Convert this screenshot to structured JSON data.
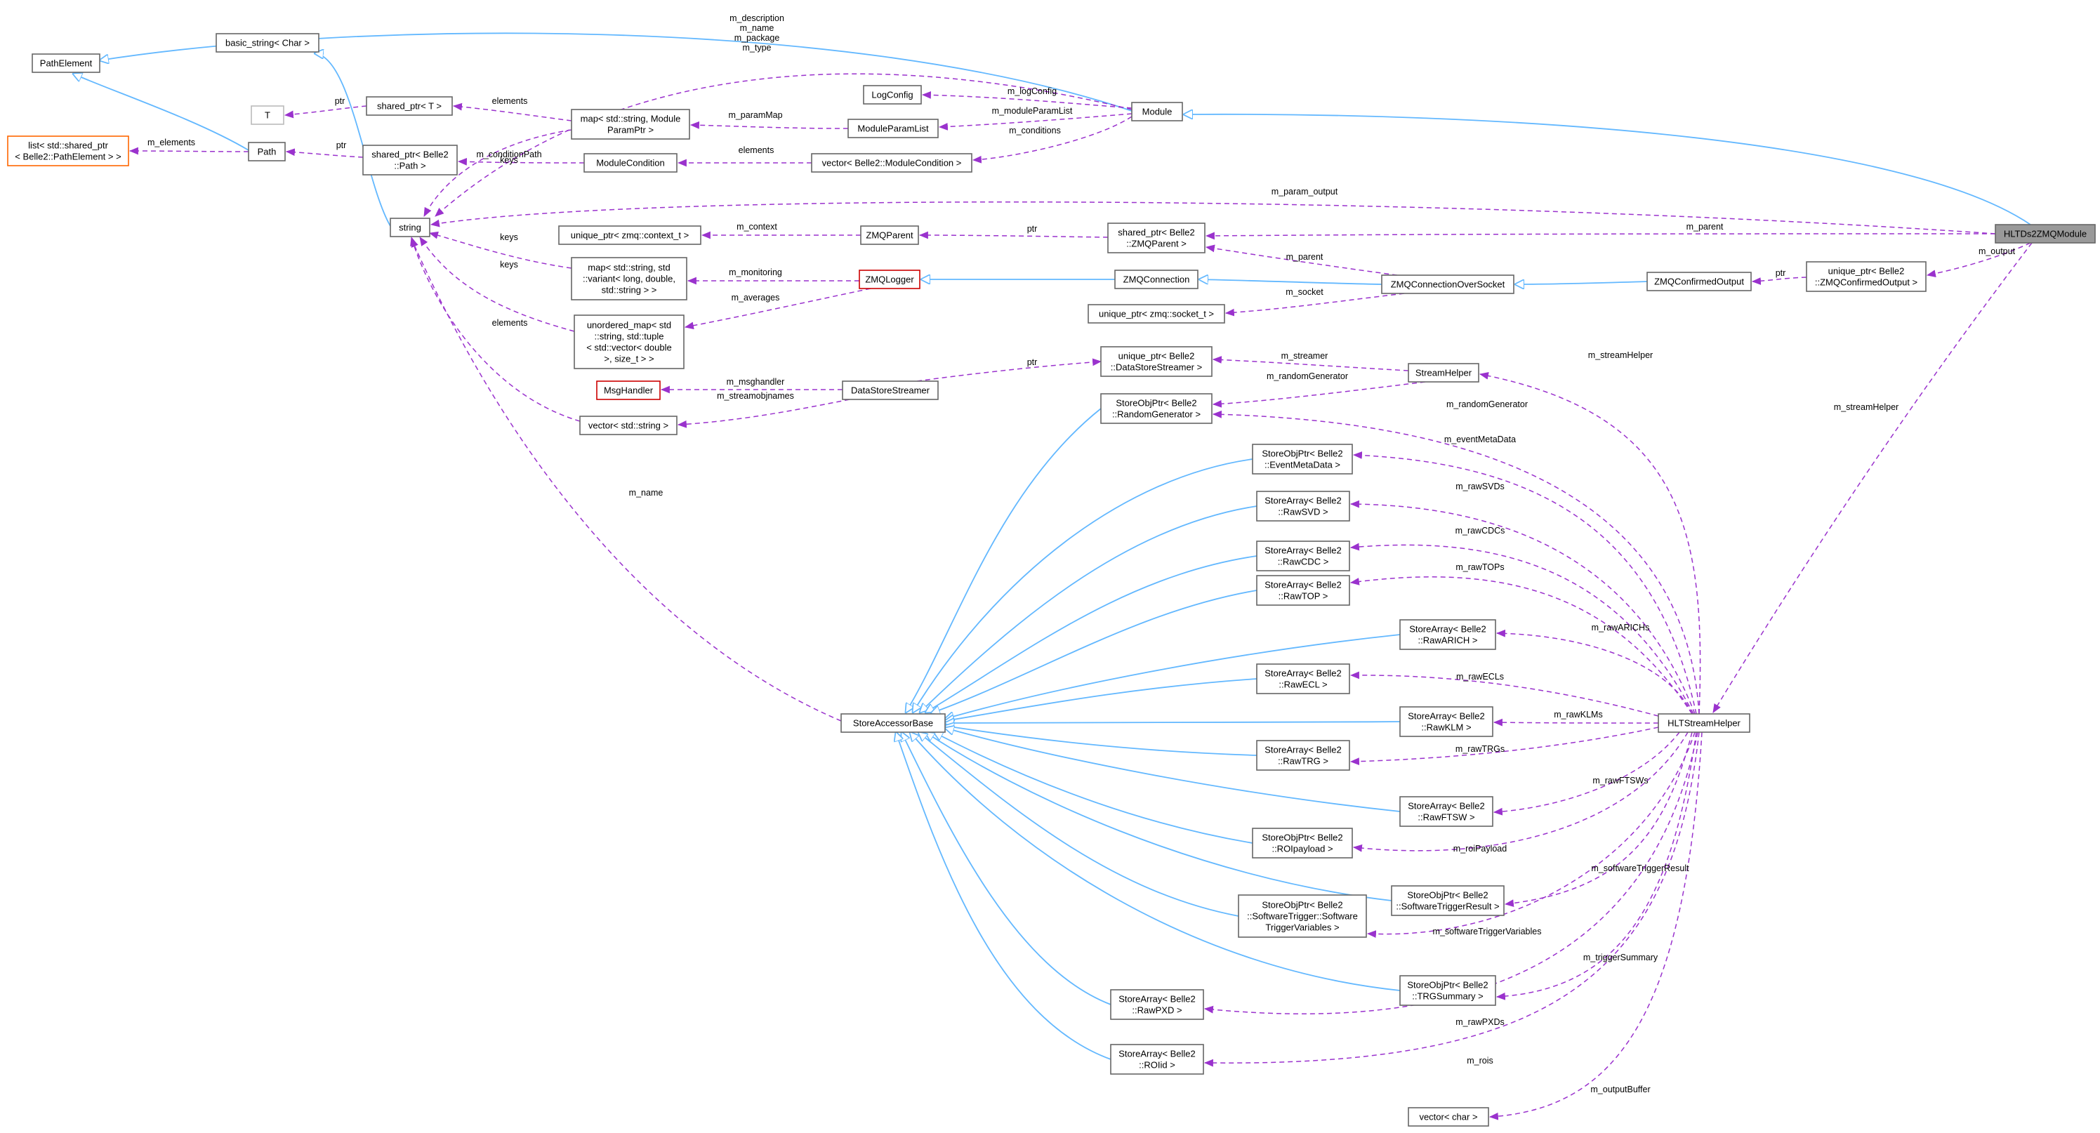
{
  "diagram": {
    "nodes": [
      {
        "id": "PathElement",
        "lines": [
          "PathElement"
        ]
      },
      {
        "id": "basic_string",
        "lines": [
          "basic_string< Char >"
        ]
      },
      {
        "id": "T",
        "lines": [
          "T"
        ]
      },
      {
        "id": "list_sp",
        "lines": [
          "list< std::shared_ptr",
          "< Belle2::PathElement > >"
        ]
      },
      {
        "id": "Path",
        "lines": [
          "Path"
        ]
      },
      {
        "id": "shared_ptr_T",
        "lines": [
          "shared_ptr< T >"
        ]
      },
      {
        "id": "shared_ptr_Path",
        "lines": [
          "shared_ptr< Belle2",
          "::Path >"
        ]
      },
      {
        "id": "string",
        "lines": [
          "string"
        ]
      },
      {
        "id": "map_param",
        "lines": [
          "map< std::string, Module",
          "ParamPtr >"
        ]
      },
      {
        "id": "ModuleCondition",
        "lines": [
          "ModuleCondition"
        ]
      },
      {
        "id": "LogConfig",
        "lines": [
          "LogConfig"
        ]
      },
      {
        "id": "ModuleParamList",
        "lines": [
          "ModuleParamList"
        ]
      },
      {
        "id": "vector_cond",
        "lines": [
          "vector< Belle2::ModuleCondition >"
        ]
      },
      {
        "id": "Module",
        "lines": [
          "Module"
        ]
      },
      {
        "id": "unique_ctx",
        "lines": [
          "unique_ptr< zmq::context_t >"
        ]
      },
      {
        "id": "ZMQParent",
        "lines": [
          "ZMQParent"
        ]
      },
      {
        "id": "shared_ZMQParent",
        "lines": [
          "shared_ptr< Belle2",
          "::ZMQParent >"
        ]
      },
      {
        "id": "map_variant",
        "lines": [
          "map< std::string, std",
          "::variant< long, double,",
          "std::string > >"
        ]
      },
      {
        "id": "ZMQLogger",
        "lines": [
          "ZMQLogger"
        ]
      },
      {
        "id": "ZMQConnection",
        "lines": [
          "ZMQConnection"
        ]
      },
      {
        "id": "ZMQConnOverSocket",
        "lines": [
          "ZMQConnectionOverSocket"
        ]
      },
      {
        "id": "ZMQConfirmedOutput",
        "lines": [
          "ZMQConfirmedOutput"
        ]
      },
      {
        "id": "unique_confirmed",
        "lines": [
          "unique_ptr< Belle2",
          "::ZMQConfirmedOutput >"
        ]
      },
      {
        "id": "HLTDs2ZMQModule",
        "lines": [
          "HLTDs2ZMQModule"
        ]
      },
      {
        "id": "unique_socket",
        "lines": [
          "unique_ptr< zmq::socket_t >"
        ]
      },
      {
        "id": "unordered_map",
        "lines": [
          "unordered_map< std",
          "::string, std::tuple",
          "< std::vector< double",
          ">, size_t > >"
        ]
      },
      {
        "id": "unique_dss",
        "lines": [
          "unique_ptr< Belle2",
          "::DataStoreStreamer >"
        ]
      },
      {
        "id": "StreamHelper",
        "lines": [
          "StreamHelper"
        ]
      },
      {
        "id": "MsgHandler",
        "lines": [
          "MsgHandler"
        ]
      },
      {
        "id": "DataStoreStreamer",
        "lines": [
          "DataStoreStreamer"
        ]
      },
      {
        "id": "vector_string",
        "lines": [
          "vector< std::string >"
        ]
      },
      {
        "id": "so_random",
        "lines": [
          "StoreObjPtr< Belle2",
          "::RandomGenerator >"
        ]
      },
      {
        "id": "so_eventmeta",
        "lines": [
          "StoreObjPtr< Belle2",
          "::EventMetaData >"
        ]
      },
      {
        "id": "sa_svd",
        "lines": [
          "StoreArray< Belle2",
          "::RawSVD >"
        ]
      },
      {
        "id": "sa_cdc",
        "lines": [
          "StoreArray< Belle2",
          "::RawCDC >"
        ]
      },
      {
        "id": "sa_top",
        "lines": [
          "StoreArray< Belle2",
          "::RawTOP >"
        ]
      },
      {
        "id": "sa_arich",
        "lines": [
          "StoreArray< Belle2",
          "::RawARICH >"
        ]
      },
      {
        "id": "sa_ecl",
        "lines": [
          "StoreArray< Belle2",
          "::RawECL >"
        ]
      },
      {
        "id": "StoreAccessorBase",
        "lines": [
          "StoreAccessorBase"
        ]
      },
      {
        "id": "sa_klm",
        "lines": [
          "StoreArray< Belle2",
          "::RawKLM >"
        ]
      },
      {
        "id": "HLTStreamHelper",
        "lines": [
          "HLTStreamHelper"
        ]
      },
      {
        "id": "sa_trg",
        "lines": [
          "StoreArray< Belle2",
          "::RawTRG >"
        ]
      },
      {
        "id": "sa_ftsw",
        "lines": [
          "StoreArray< Belle2",
          "::RawFTSW >"
        ]
      },
      {
        "id": "so_roipayload",
        "lines": [
          "StoreObjPtr< Belle2",
          "::ROIpayload >"
        ]
      },
      {
        "id": "so_swtrigresult",
        "lines": [
          "StoreObjPtr< Belle2",
          "::SoftwareTriggerResult >"
        ]
      },
      {
        "id": "so_swtrigvars",
        "lines": [
          "StoreObjPtr< Belle2",
          "::SoftwareTrigger::Software",
          "TriggerVariables >"
        ]
      },
      {
        "id": "so_trgsummary",
        "lines": [
          "StoreObjPtr< Belle2",
          "::TRGSummary >"
        ]
      },
      {
        "id": "sa_pxd",
        "lines": [
          "StoreArray< Belle2",
          "::RawPXD >"
        ]
      },
      {
        "id": "sa_roiid",
        "lines": [
          "StoreArray< Belle2",
          "::ROIid >"
        ]
      },
      {
        "id": "vector_char",
        "lines": [
          "vector< char >"
        ]
      }
    ],
    "edge_labels": {
      "m_description_block": [
        "m_description",
        "m_name",
        "m_package",
        "m_type"
      ],
      "ptr_basic": "ptr",
      "elements_sp": "elements",
      "m_elements": "m_elements",
      "ptr_path": "ptr",
      "keys_map": "keys",
      "m_conditionPath": "m_conditionPath",
      "m_paramMap": "m_paramMap",
      "m_logConfig": "m_logConfig",
      "m_moduleParamList": "m_moduleParamList",
      "m_conditions": "m_conditions",
      "elements_cond": "elements",
      "m_param_output": "m_param_output",
      "m_context": "m_context",
      "ptr_parent": "ptr",
      "m_parent_top": "m_parent",
      "m_parent": "m_parent",
      "keys_variant": "keys",
      "m_monitoring": "m_monitoring",
      "m_output": "m_output",
      "ptr_confirmed": "ptr",
      "keys_unordered": "keys",
      "m_averages": "m_averages",
      "m_socket": "m_socket",
      "elements_vec": "elements",
      "ptr_dss": "ptr",
      "m_streamer": "m_streamer",
      "m_streamHelper_mid": "m_streamHelper",
      "m_streamHelper": "m_streamHelper",
      "m_msghandler": "m_msghandler",
      "m_streamobjnames": "m_streamobjnames",
      "m_randomGenerator_a": "m_randomGenerator",
      "m_randomGenerator_b": "m_randomGenerator",
      "m_eventMetaData": "m_eventMetaData",
      "m_rawSVDs": "m_rawSVDs",
      "m_rawCDCs": "m_rawCDCs",
      "m_rawTOPs": "m_rawTOPs",
      "m_name": "m_name",
      "m_rawARICHs": "m_rawARICHs",
      "m_rawECLs": "m_rawECLs",
      "m_rawKLMs": "m_rawKLMs",
      "m_rawTRGs": "m_rawTRGs",
      "m_rawFTSWs": "m_rawFTSWs",
      "m_roiPayload": "m_roiPayload",
      "m_softwareTriggerResult": "m_softwareTriggerResult",
      "m_softwareTriggerVariables": "m_softwareTriggerVariables",
      "m_triggerSummary": "m_triggerSummary",
      "m_rawPXDs": "m_rawPXDs",
      "m_rois": "m_rois",
      "m_outputBuffer": "m_outputBuffer"
    },
    "colors": {
      "inheritance_edge": "#63b8ff",
      "usage_edge": "#9a32cd",
      "node_border": "#666666",
      "highlighted_border": "#cc0000",
      "template_border": "#ff6600",
      "selected_fill": "#999999"
    }
  }
}
